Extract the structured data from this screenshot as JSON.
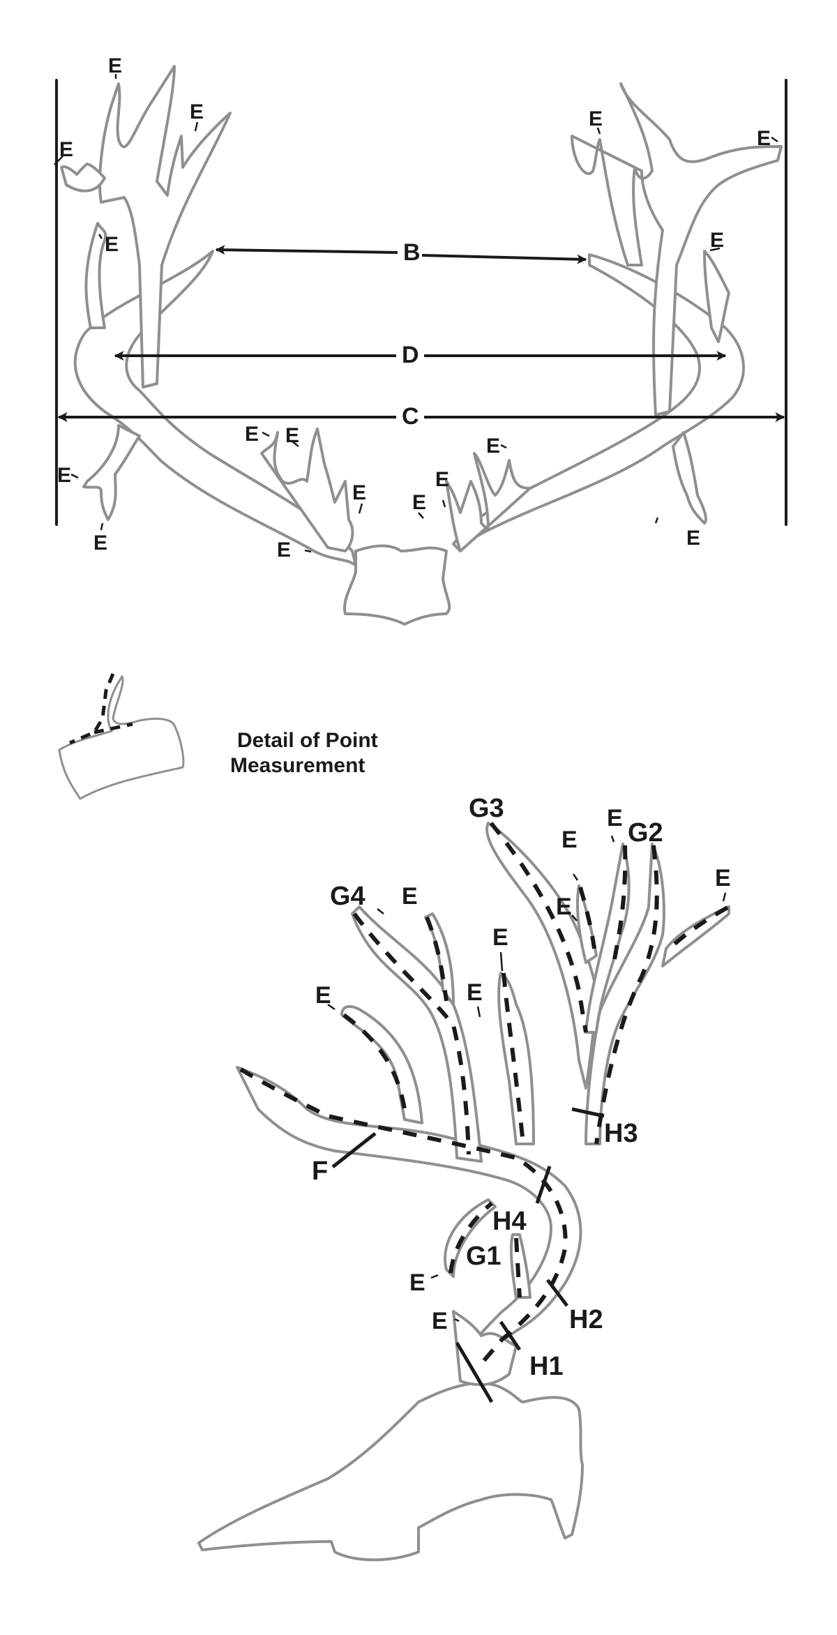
{
  "figure": {
    "title": "Antler measurement diagram",
    "colors": {
      "antler_outline": "#8f8f8f",
      "measure_line": "#1a1a1a",
      "background": "#ffffff"
    }
  },
  "front_view": {
    "span_labels": {
      "B": "B",
      "C": "C",
      "D": "D"
    },
    "point_label": "E"
  },
  "detail": {
    "caption_line1": "Detail of Point",
    "caption_line2": "Measurement"
  },
  "side_view": {
    "labels": {
      "F": "F",
      "G1": "G1",
      "G2": "G2",
      "G3": "G3",
      "G4": "G4",
      "H1": "H1",
      "H2": "H2",
      "H3": "H3",
      "H4": "H4",
      "E": "E"
    }
  }
}
